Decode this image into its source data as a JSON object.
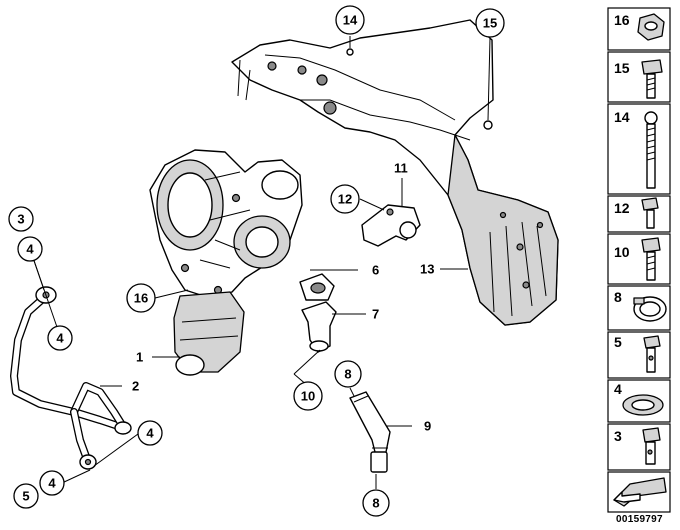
{
  "diagram_id": "00159797",
  "callouts": {
    "c1": "1",
    "c2": "2",
    "c3": "3",
    "c4a": "4",
    "c4b": "4",
    "c4c": "4",
    "c4d": "4",
    "c5": "5",
    "c6": "6",
    "c7": "7",
    "c8a": "8",
    "c8b": "8",
    "c9": "9",
    "c10": "10",
    "c11": "11",
    "c12": "12",
    "c13": "13",
    "c14": "14",
    "c15": "15",
    "c16": "16"
  },
  "legend": [
    "16",
    "15",
    "14",
    "12",
    "10",
    "8",
    "5",
    "4",
    "3"
  ]
}
